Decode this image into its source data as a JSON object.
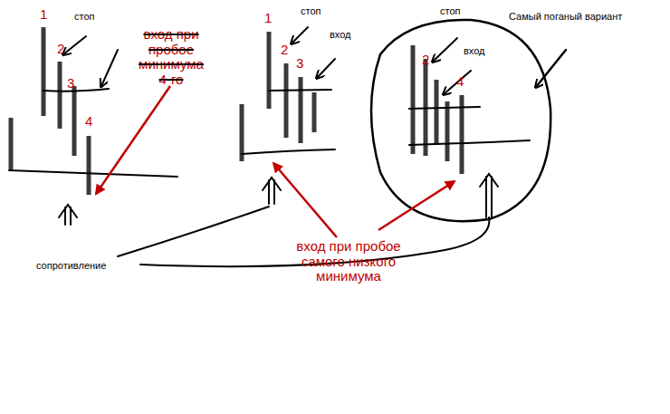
{
  "diagram": {
    "labels": [
      "1",
      "стоп",
      "вход при пробое минимума 4-го",
      "2",
      "3",
      "4",
      "1",
      "стоп",
      "вход",
      "2",
      "3",
      "стоп",
      "вход",
      "Самый поганый вариант",
      "2",
      "4",
      "сопротивление",
      "вход при пробое самого низкого минимума"
    ]
  }
}
